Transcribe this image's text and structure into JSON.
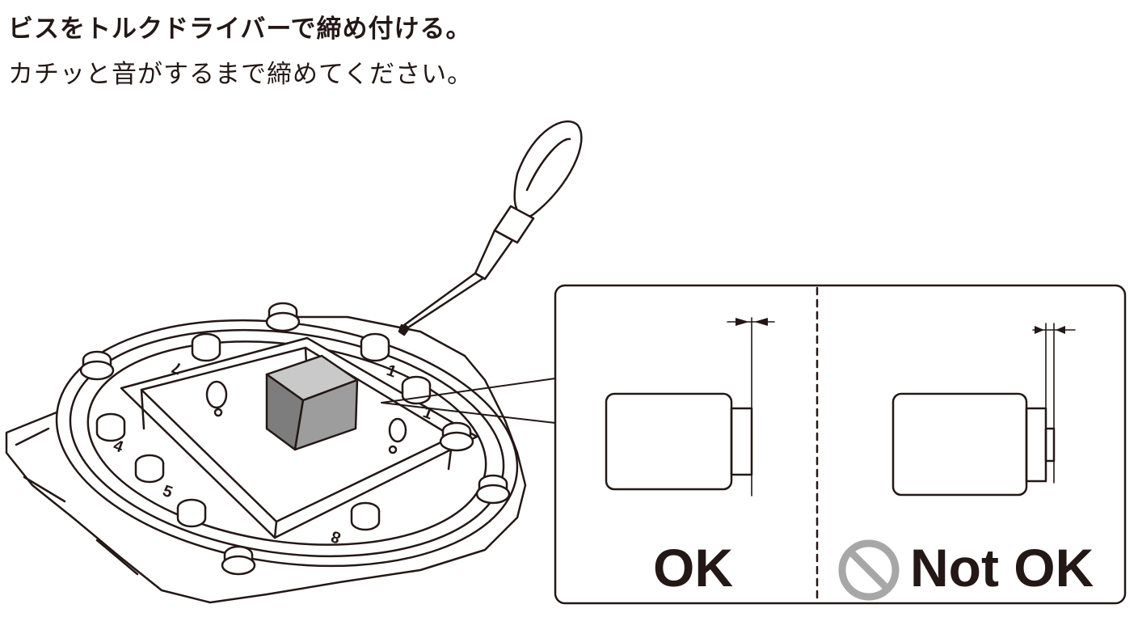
{
  "instruction": {
    "heading": "ビスをトルクドライバーで締め付ける。",
    "subtext": "カチッと音がするまで締めてください。"
  },
  "mount_numbers": [
    "7",
    "1",
    "1",
    "4",
    "5",
    "8"
  ],
  "comparison": {
    "ok_label": "OK",
    "notok_label": "Not OK",
    "prohibit_icon": "prohibition-icon",
    "prohibit_color": "#a7a7a7"
  },
  "colors": {
    "line": "#231815",
    "module_fill": "#9d9d9d",
    "module_top": "#c9c9c9",
    "module_side": "#7d7d7d"
  }
}
